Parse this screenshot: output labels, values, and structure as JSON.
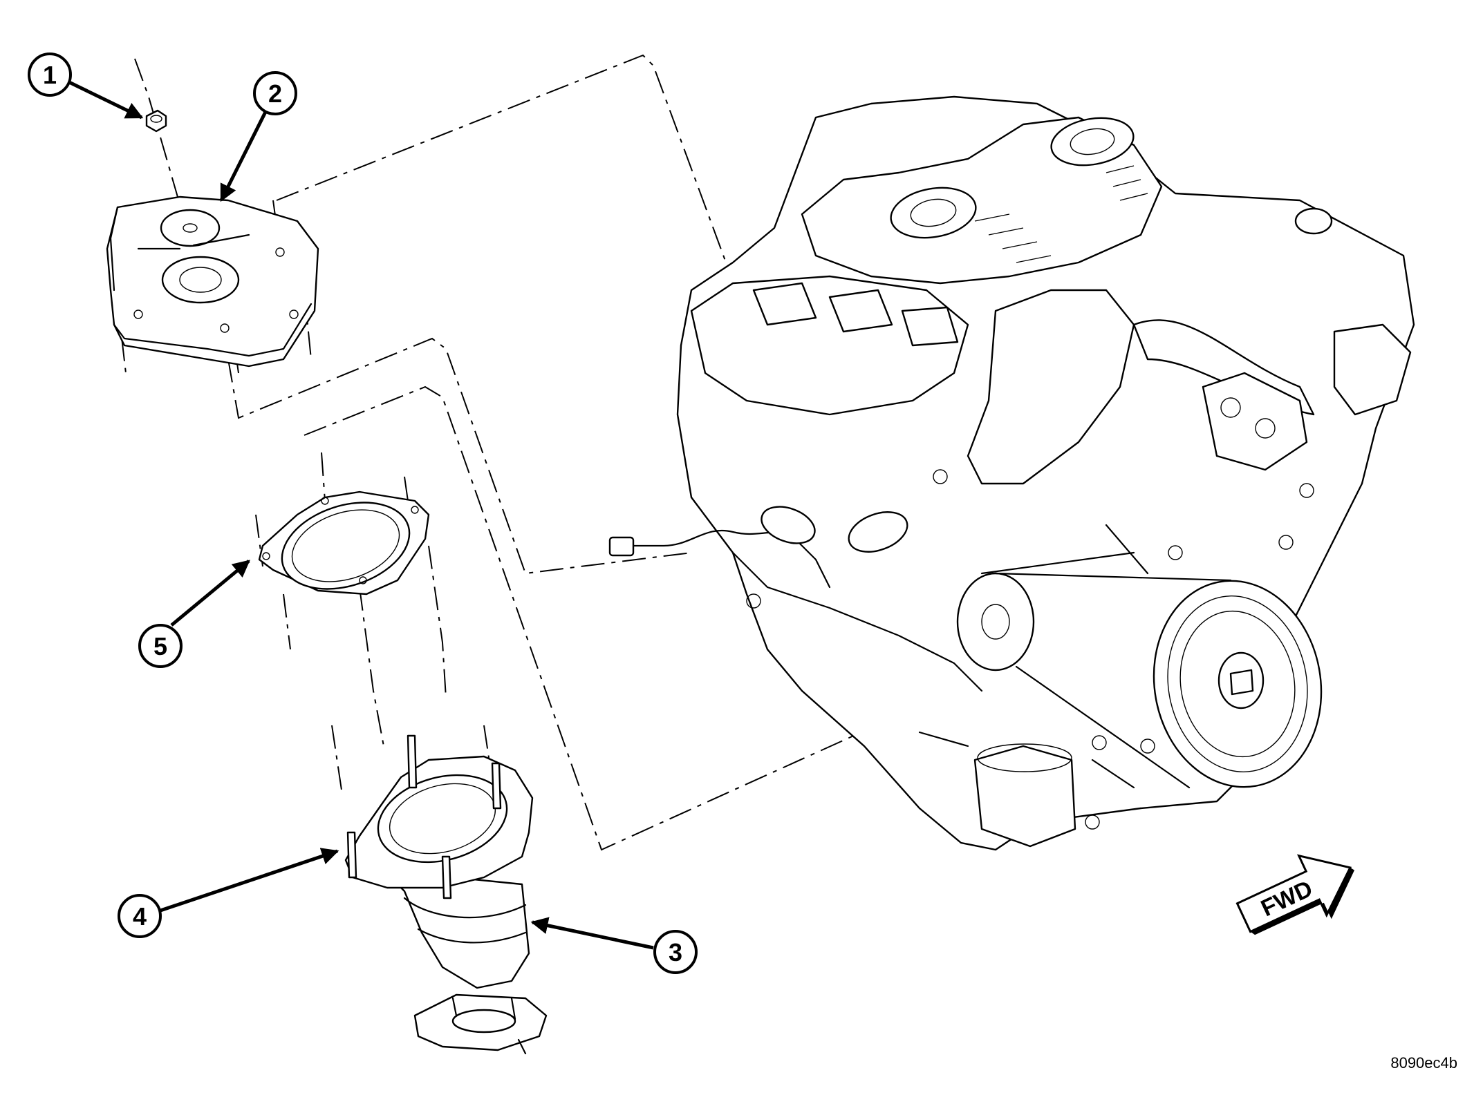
{
  "callouts": [
    {
      "label": "1",
      "part": "nut"
    },
    {
      "label": "2",
      "part": "heat-shield"
    },
    {
      "label": "3",
      "part": "catalytic-converter"
    },
    {
      "label": "4",
      "part": "stud"
    },
    {
      "label": "5",
      "part": "gasket"
    }
  ],
  "direction_label": "FWD",
  "figure_code": "8090ec4b"
}
